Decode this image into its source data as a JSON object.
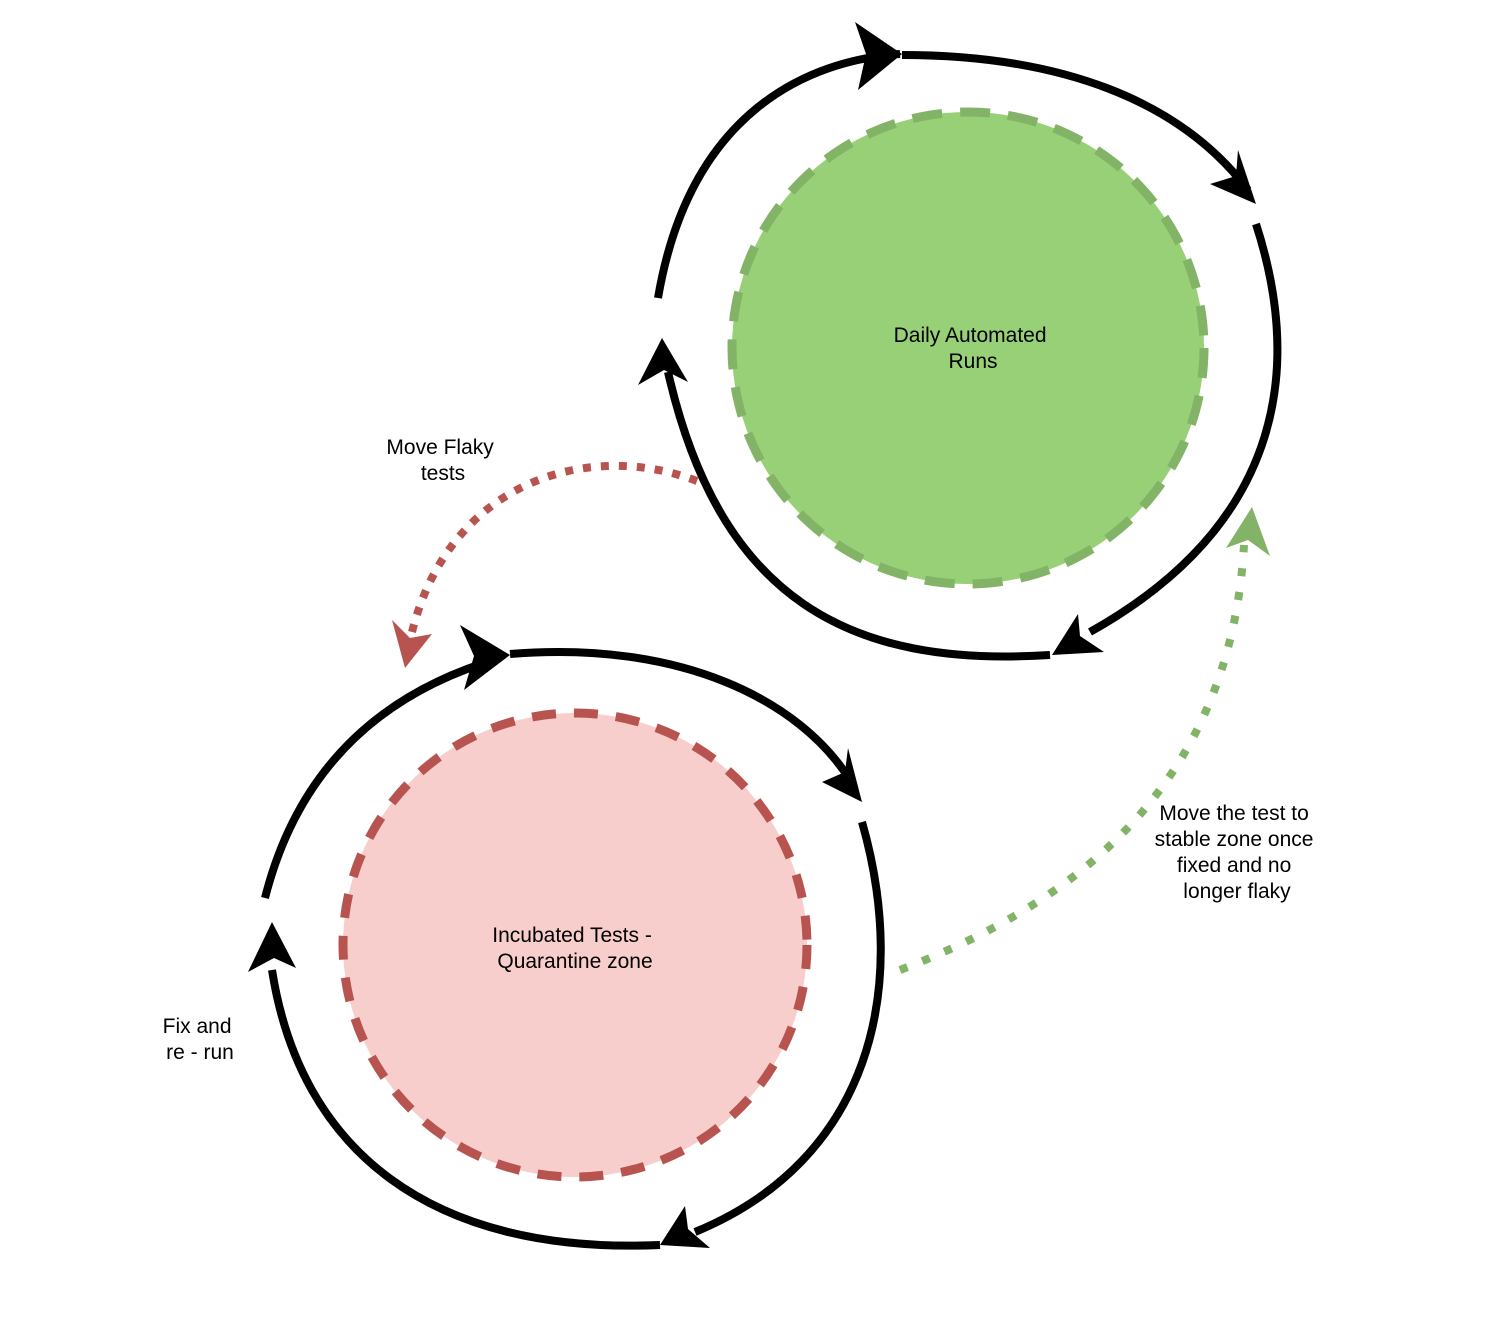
{
  "nodes": {
    "daily_runs": {
      "line1": "Daily Automated",
      "line2": "Runs",
      "fill": "#97d077",
      "stroke": "#82b366"
    },
    "quarantine": {
      "line1": "Incubated Tests -",
      "line2": "Quarantine zone",
      "fill": "#f8cecc",
      "stroke": "#b85450"
    }
  },
  "edges": {
    "move_flaky": {
      "line1": "Move Flaky",
      "line2": "tests",
      "color": "#b85450"
    },
    "move_stable": {
      "line1": "Move the test to",
      "line2": "stable zone once",
      "line3": "fixed and no",
      "line4": "longer flaky",
      "color": "#82b366"
    },
    "fix_rerun": {
      "line1": "Fix and",
      "line2": "re - run"
    }
  },
  "colors": {
    "cycle_arrows": "#000000",
    "background": "#ffffff"
  }
}
